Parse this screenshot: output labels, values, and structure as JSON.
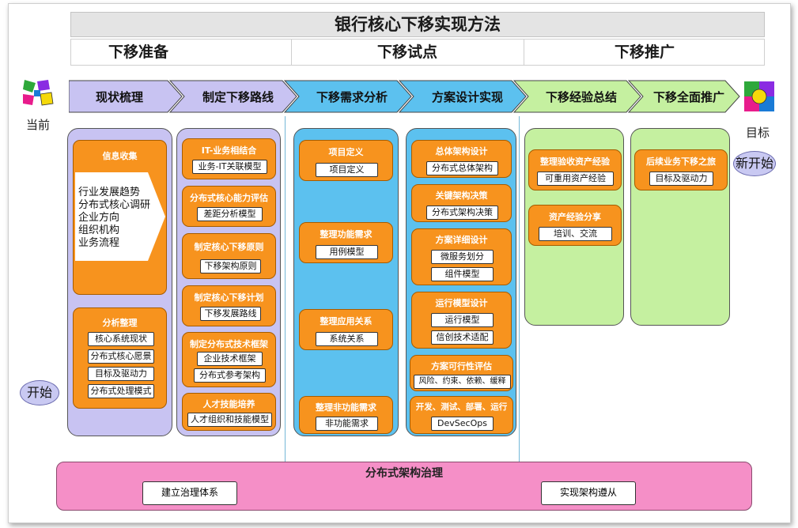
{
  "title": "银行核心下移实现方法",
  "phases": [
    "下移准备",
    "下移试点",
    "下移推广"
  ],
  "labels": {
    "current": "当前",
    "target": "目标",
    "start": "开始",
    "new_start": "新开始"
  },
  "steps": [
    "现状梳理",
    "制定下移路线",
    "下移需求分析",
    "方案设计实现",
    "下移经验总结",
    "下移全面推广"
  ],
  "col1": {
    "info": {
      "title": "信息收集",
      "items": [
        "行业发展趋势",
        "分布式核心调研",
        "企业方向",
        "组织机构",
        "业务流程"
      ]
    },
    "analysis": {
      "title": "分析整理",
      "items": [
        "核心系统现状",
        "分布式核心愿景",
        "目标及驱动力",
        "分布式处理模式"
      ]
    }
  },
  "col2": [
    {
      "title": "IT-业务相结合",
      "items": [
        "业务-IT关联模型"
      ]
    },
    {
      "title": "分布式核心能力评估",
      "items": [
        "差距分析模型"
      ]
    },
    {
      "title": "制定核心下移原则",
      "items": [
        "下移架构原则"
      ]
    },
    {
      "title": "制定核心下移计划",
      "items": [
        "下移发展路线"
      ]
    },
    {
      "title": "制定分布式技术框架",
      "items": [
        "企业技术框架",
        "分布式参考架构"
      ]
    },
    {
      "title": "人才技能培养",
      "items": [
        "人才组织和技能模型"
      ]
    }
  ],
  "col3": [
    {
      "title": "项目定义",
      "items": [
        "项目定义"
      ]
    },
    {
      "title": "整理功能需求",
      "items": [
        "用例模型"
      ]
    },
    {
      "title": "整理应用关系",
      "items": [
        "系统关系"
      ]
    },
    {
      "title": "整理非功能需求",
      "items": [
        "非功能需求"
      ]
    }
  ],
  "col4": [
    {
      "title": "总体架构设计",
      "items": [
        "分布式总体架构"
      ]
    },
    {
      "title": "关键架构决策",
      "items": [
        "分布式架构决策"
      ]
    },
    {
      "title": "方案详细设计",
      "items": [
        "微服务划分",
        "组件模型"
      ]
    },
    {
      "title": "运行模型设计",
      "items": [
        "运行模型",
        "信创技术适配"
      ]
    },
    {
      "title": "方案可行性评估",
      "items": [
        "风险、约束、依赖、缓释"
      ]
    },
    {
      "title": "开发、测试、部署、运行",
      "items": [
        "DevSecOps"
      ]
    }
  ],
  "col5": [
    {
      "title": "整理验收资产经验",
      "items": [
        "可重用资产经验"
      ]
    },
    {
      "title": "资产经验分享",
      "items": [
        "培训、交流"
      ]
    }
  ],
  "col6": [
    {
      "title": "后续业务下移之旅",
      "items": [
        "目标及驱动力"
      ]
    }
  ],
  "governance": {
    "title": "分布式架构治理",
    "items": [
      "建立治理体系",
      "实现架构遵从"
    ]
  },
  "colors": {
    "orange": "#f7931e",
    "lavender": "#c8c3f2",
    "blue": "#5cc1ef",
    "green": "#c5f0a0",
    "pink": "#f58fc7"
  }
}
